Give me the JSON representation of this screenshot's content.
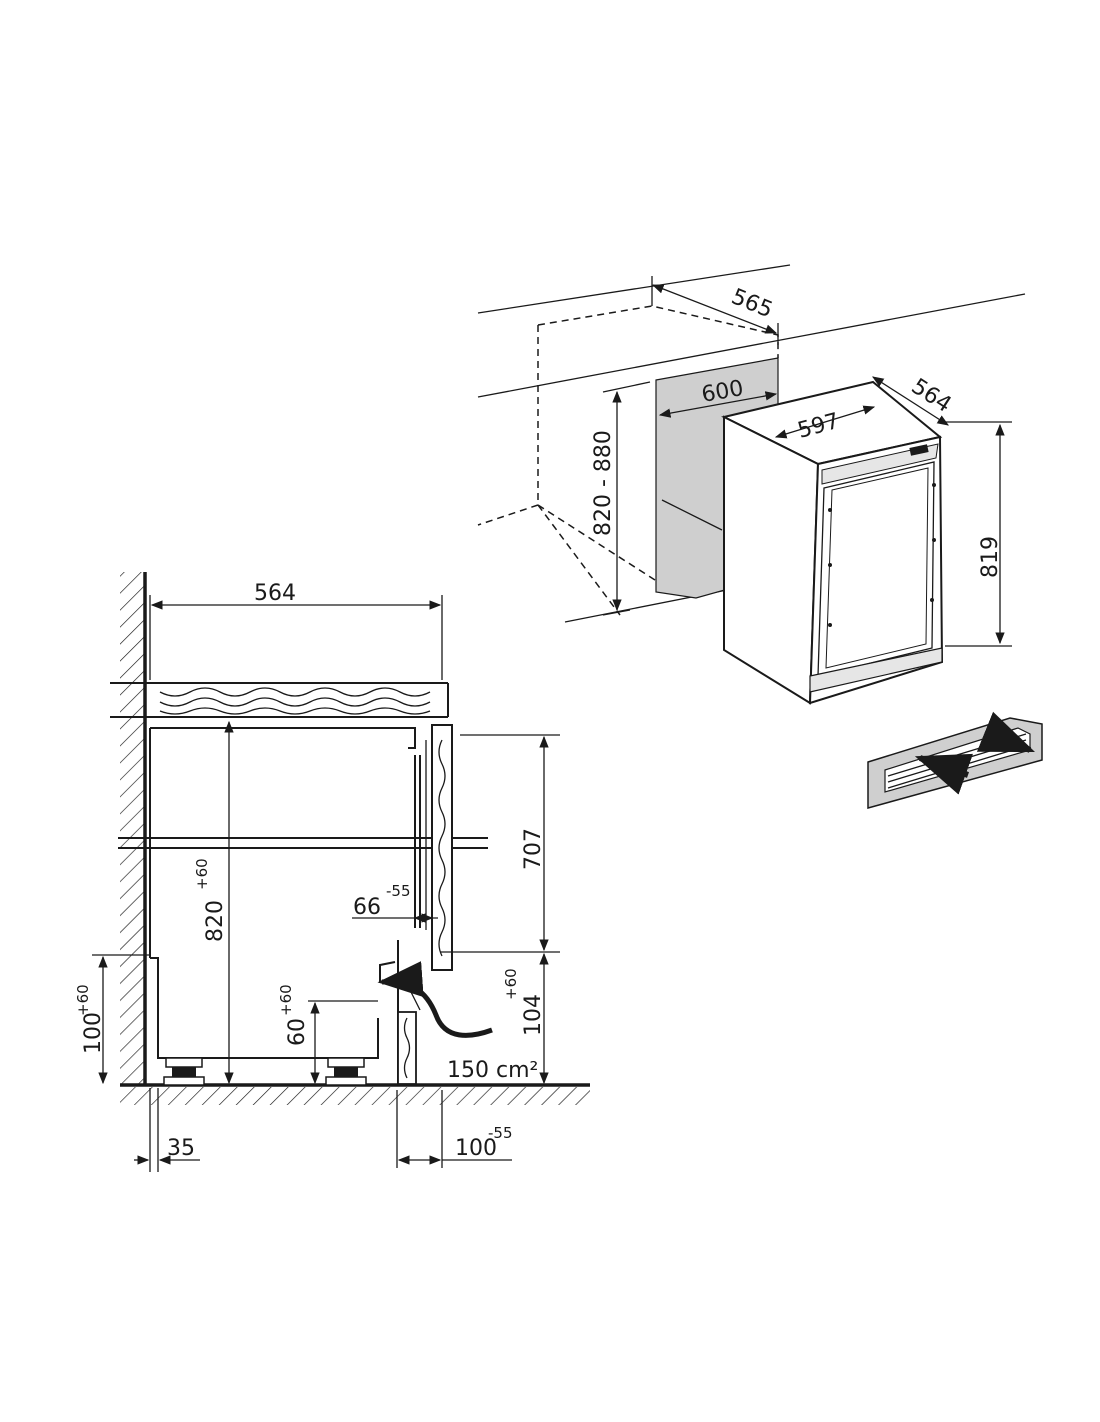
{
  "right_view": {
    "dim_niche_depth": "565",
    "dim_niche_width": "600",
    "dim_niche_height": "820 - 880",
    "dim_appliance_width": "597",
    "dim_appliance_depth": "564",
    "dim_appliance_height": "819"
  },
  "side_view": {
    "dim_depth": "564",
    "dim_top_height": "707",
    "dim_height_base": "820",
    "dim_height_tol": "+60",
    "dim_offset_base": "66",
    "dim_offset_tol": "-55",
    "dim_plinth_base": "100",
    "dim_plinth_tol": "+60",
    "dim_foot_base": "60",
    "dim_foot_tol": "+60",
    "dim_vent_base": "104",
    "dim_vent_tol": "+60",
    "vent_area": "150 cm²",
    "dim_gap": "35",
    "dim_plinth_depth_base": "100",
    "dim_plinth_depth_tol": "-55"
  }
}
